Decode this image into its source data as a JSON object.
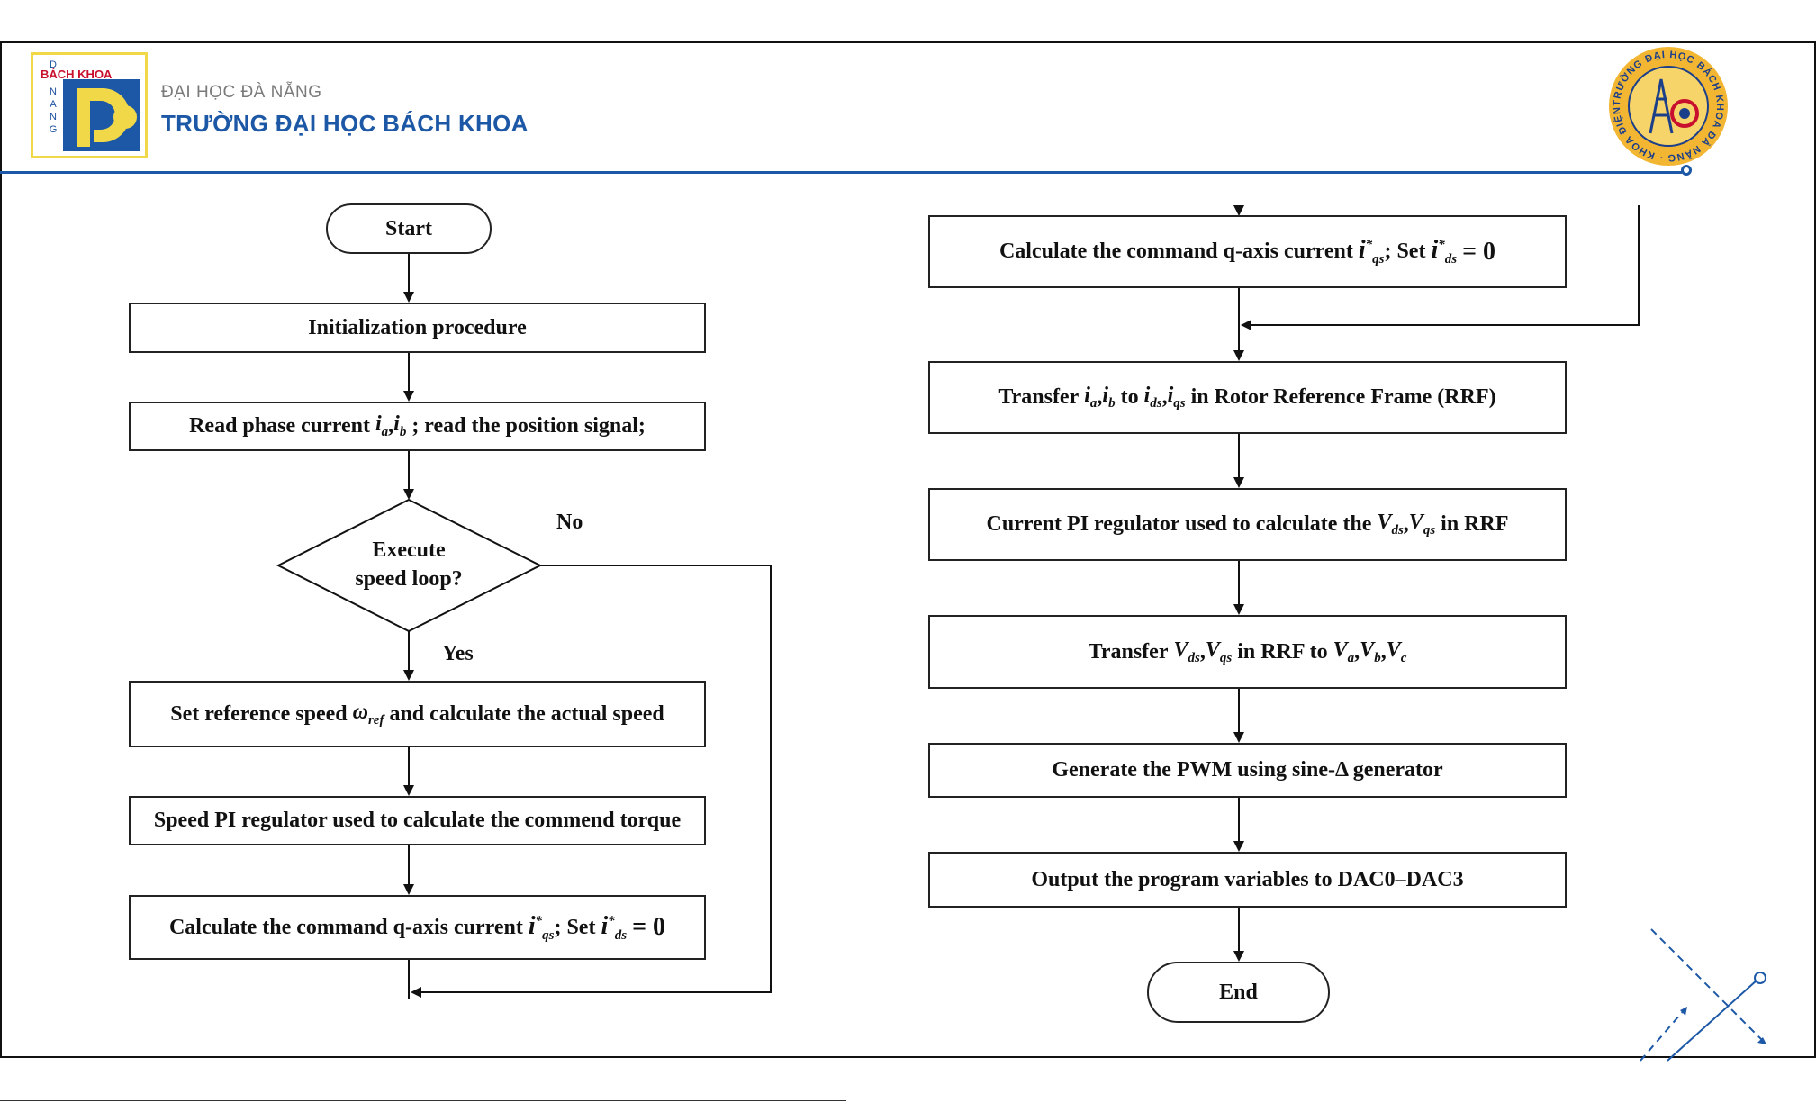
{
  "header": {
    "logo": {
      "brand_text": "BÁCH KHOA",
      "side_letters": [
        "D",
        "N",
        "A",
        "N",
        "G"
      ]
    },
    "university": "ĐẠI HỌC ĐÀ NẴNG",
    "school": "TRƯỜNG ĐẠI HỌC BÁCH KHOA",
    "seal": {
      "text": "TRƯỜNG ĐẠI HỌC BÁCH KHOA ĐÀ NẴNG · KHOA ĐIỆN ·"
    }
  },
  "colors": {
    "brand_blue": "#1c58a6",
    "brand_red": "#c8102e",
    "brand_yellow": "#f0d848",
    "seal_gold": "#f2b632"
  },
  "flowchart": {
    "start": "Start",
    "init": "Initialization procedure",
    "read_pre": "Read phase current",
    "read_post": "; read the position signal;",
    "decision_line1": "Execute",
    "decision_line2": "speed loop?",
    "no_label": "No",
    "yes_label": "Yes",
    "set_ref_pre": "Set reference speed",
    "set_ref_post": "and calculate the actual speed",
    "speed_pi": "Speed PI regulator used to calculate the commend torque",
    "calc_cmd_pre": "Calculate the command q-axis current",
    "calc_cmd_mid": "; Set",
    "transfer1_pre": "Transfer",
    "transfer1_mid": "to",
    "transfer1_post": "in Rotor Reference Frame (RRF)",
    "current_pi_pre": "Current PI regulator used to calculate the",
    "current_pi_post": "in RRF",
    "transfer2_pre": "Transfer",
    "transfer2_mid": "in RRF to",
    "pwm": "Generate the PWM using sine-Δ generator",
    "output": "Output the program variables to DAC0–DAC3",
    "end": "End"
  }
}
